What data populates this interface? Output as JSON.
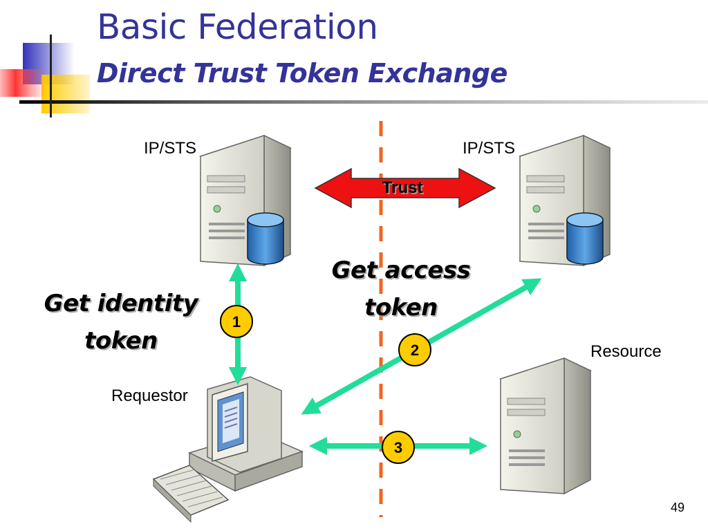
{
  "slide": {
    "title": "Basic Federation",
    "subtitle": "Direct Trust Token Exchange",
    "page_number": "49"
  },
  "diagram": {
    "nodes": {
      "ip_sts_left": "IP/STS",
      "ip_sts_right": "IP/STS",
      "requestor": "Requestor",
      "resource": "Resource"
    },
    "trust_label": "Trust",
    "steps": [
      {
        "number": "1",
        "text": [
          "Get identity",
          "token"
        ]
      },
      {
        "number": "2",
        "text": [
          "Get access",
          "token"
        ]
      },
      {
        "number": "3"
      }
    ]
  },
  "colors": {
    "title": "#333399",
    "trust_arrow": "#ee1111",
    "step_arrow": "#22dd99",
    "step_badge": "#ffcc00",
    "trust_boundary": "#ee6622"
  }
}
